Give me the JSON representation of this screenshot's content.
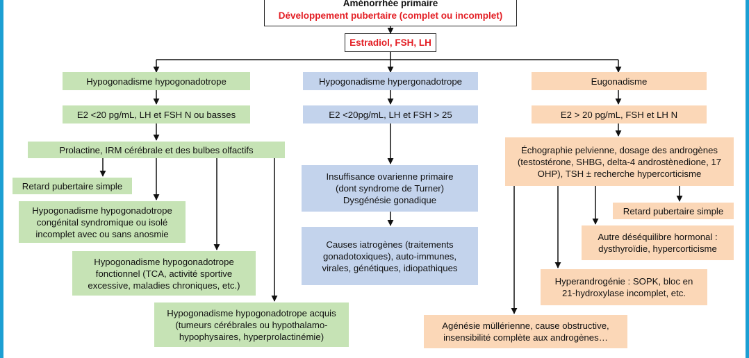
{
  "top": {
    "title": "Aménorrhée primaire",
    "subtitle": "Développement pubertaire (complet ou incomplet)"
  },
  "root": "Estradiol, FSH, LH",
  "hypo": {
    "title": "Hypogonadisme hypogonadotrope",
    "criteria": "E2 <20 pg/mL, LH et FSH N ou basses",
    "exams": "Prolactine, IRM cérébrale et des bulbes olfactifs",
    "retard": "Retard pubertaire simple",
    "congenital": "Hypogonadisme hypogonadotrope congénital syndromique ou isolé incomplet avec ou sans anosmie",
    "fonctionnel": "Hypogonadisme hypogonadotrope fonctionnel (TCA, activité sportive excessive, maladies chroniques, etc.)",
    "acquis": "Hypogonadisme hypogonadotrope acquis (tumeurs cérébrales ou hypothalamo-hypophysaires, hyperprolactinémie)"
  },
  "hyper": {
    "title": "Hypogonadisme hypergonadotrope",
    "criteria": "E2 <20pg/mL, LH et FSH > 25",
    "insuffisance": "Insuffisance ovarienne primaire (dont syndrome de Turner) Dysgénésie gonadique",
    "causes": "Causes iatrogènes (traitements gonadotoxiques), auto-immunes, virales, génétiques, idiopathiques"
  },
  "eugo": {
    "title": "Eugonadisme",
    "criteria": "E2 > 20 pg/mL, FSH et LH N",
    "exams": "Échographie pelvienne, dosage des androgènes (testostérone, SHBG, delta-4 androstènedione, 17 OHP), TSH ± recherche hypercorticisme",
    "retard": "Retard pubertaire simple",
    "autre": "Autre déséquilibre hormonal : dysthyroïdie, hypercorticisme",
    "hyperandro": "Hyperandrogénie : SOPK, bloc en 21-hydroxylase incomplet, etc.",
    "agenesie": "Agénésie müllérienne, cause obstructive, insensibilité complète aux androgènes…"
  },
  "colors": {
    "green": "#c6e3b5",
    "blue": "#c3d3ec",
    "orange": "#fbd7b7",
    "accent_red": "#e31e24",
    "frame": "#1c9fd3"
  }
}
